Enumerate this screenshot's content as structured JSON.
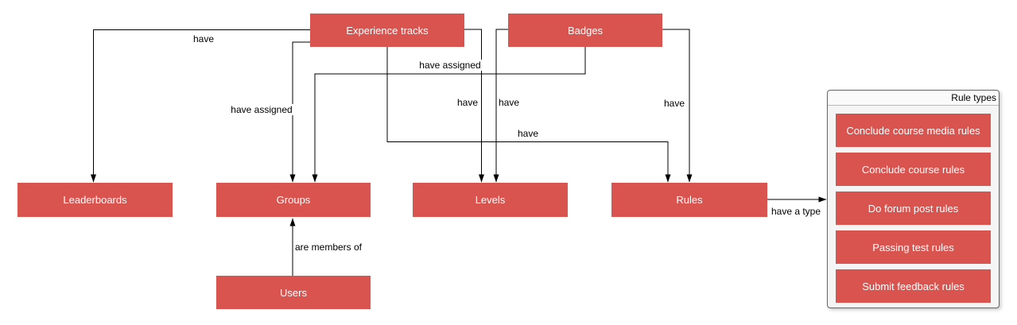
{
  "diagram": {
    "colors": {
      "node_fill": "#d9534f",
      "node_text": "#ffffff",
      "line": "#000000",
      "panel_bg": "#f5f5f5",
      "panel_border": "#666666"
    },
    "nodes": [
      {
        "id": "experience-tracks",
        "label": "Experience tracks"
      },
      {
        "id": "badges",
        "label": "Badges"
      },
      {
        "id": "leaderboards",
        "label": "Leaderboards"
      },
      {
        "id": "groups",
        "label": "Groups"
      },
      {
        "id": "levels",
        "label": "Levels"
      },
      {
        "id": "rules",
        "label": "Rules"
      },
      {
        "id": "users",
        "label": "Users"
      }
    ],
    "edges": [
      {
        "from": "experience-tracks",
        "to": "leaderboards",
        "label": "have"
      },
      {
        "from": "experience-tracks",
        "to": "groups",
        "label": "have assigned"
      },
      {
        "from": "experience-tracks",
        "to": "levels",
        "label": "have"
      },
      {
        "from": "experience-tracks",
        "to": "rules",
        "label": "have"
      },
      {
        "from": "badges",
        "to": "groups",
        "label": "have assigned"
      },
      {
        "from": "badges",
        "to": "levels",
        "label": "have"
      },
      {
        "from": "badges",
        "to": "rules",
        "label": "have"
      },
      {
        "from": "users",
        "to": "groups",
        "label": "are members of"
      },
      {
        "from": "rules",
        "to": "rule-types",
        "label": "have a type"
      }
    ],
    "panel": {
      "title": "Rule types",
      "items": [
        "Conclude course media rules",
        "Conclude course rules",
        "Do forum post rules",
        "Passing test rules",
        "Submit feedback rules"
      ]
    }
  }
}
